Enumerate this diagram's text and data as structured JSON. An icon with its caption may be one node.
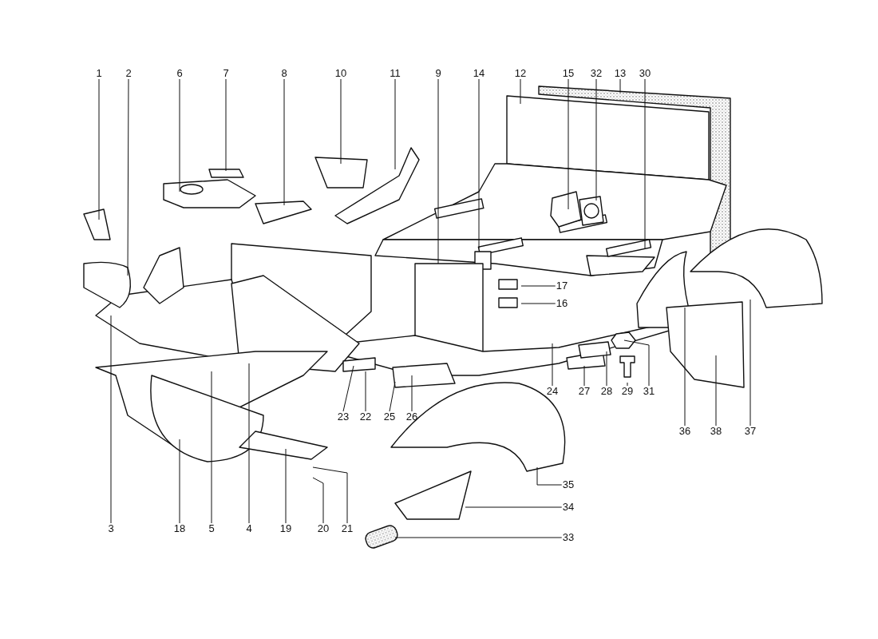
{
  "diagram": {
    "nodes": [
      {
        "text": [
          "1"
        ]
      },
      {
        "text": [
          "2"
        ]
      },
      {
        "text": [
          "6"
        ]
      },
      {
        "text": [
          "7"
        ]
      },
      {
        "text": [
          "8"
        ]
      },
      {
        "text": [
          "10"
        ]
      },
      {
        "text": [
          "11"
        ]
      },
      {
        "text": [
          "9"
        ]
      },
      {
        "text": [
          "14"
        ]
      },
      {
        "text": [
          "12"
        ]
      },
      {
        "text": [
          "15"
        ]
      },
      {
        "text": [
          "32"
        ]
      },
      {
        "text": [
          "13"
        ]
      },
      {
        "text": [
          "30"
        ]
      },
      {
        "text": [
          "17"
        ]
      },
      {
        "text": [
          "16"
        ]
      },
      {
        "text": [
          "24"
        ]
      },
      {
        "text": [
          "27"
        ]
      },
      {
        "text": [
          "28"
        ]
      },
      {
        "text": [
          "29"
        ]
      },
      {
        "text": [
          "31"
        ]
      },
      {
        "text": [
          "23"
        ]
      },
      {
        "text": [
          "22"
        ]
      },
      {
        "text": [
          "25"
        ]
      },
      {
        "text": [
          "26"
        ]
      },
      {
        "text": [
          "36"
        ]
      },
      {
        "text": [
          "38"
        ]
      },
      {
        "text": [
          "37"
        ]
      },
      {
        "text": [
          "35"
        ]
      },
      {
        "text": [
          "34"
        ]
      },
      {
        "text": [
          "3"
        ]
      },
      {
        "text": [
          "18"
        ]
      },
      {
        "text": [
          "5"
        ]
      },
      {
        "text": [
          "4"
        ]
      },
      {
        "text": [
          "19"
        ]
      },
      {
        "text": [
          "20"
        ]
      },
      {
        "text": [
          "21"
        ]
      },
      {
        "text": [
          "33"
        ]
      }
    ],
    "edges": [
      {
        "from": 0,
        "to": null,
        "arrow": "none"
      },
      {
        "from": 1,
        "to": null,
        "arrow": "none"
      },
      {
        "from": 2,
        "to": null,
        "arrow": "none"
      },
      {
        "from": 3,
        "to": null,
        "arrow": "none"
      },
      {
        "from": 4,
        "to": null,
        "arrow": "none"
      },
      {
        "from": 5,
        "to": null,
        "arrow": "none"
      },
      {
        "from": 6,
        "to": null,
        "arrow": "none"
      },
      {
        "from": 7,
        "to": null,
        "arrow": "none"
      },
      {
        "from": 8,
        "to": null,
        "arrow": "none"
      },
      {
        "from": 9,
        "to": null,
        "arrow": "none"
      },
      {
        "from": 10,
        "to": null,
        "arrow": "none"
      },
      {
        "from": 11,
        "to": null,
        "arrow": "none"
      },
      {
        "from": 12,
        "to": null,
        "arrow": "none"
      },
      {
        "from": 13,
        "to": null,
        "arrow": "none"
      },
      {
        "from": 14,
        "to": null,
        "arrow": "none"
      },
      {
        "from": 15,
        "to": null,
        "arrow": "none"
      },
      {
        "from": 16,
        "to": null,
        "arrow": "none"
      },
      {
        "from": 17,
        "to": null,
        "arrow": "none"
      },
      {
        "from": 18,
        "to": null,
        "arrow": "none"
      },
      {
        "from": 19,
        "to": null,
        "arrow": "none"
      },
      {
        "from": 20,
        "to": null,
        "arrow": "none"
      },
      {
        "from": 21,
        "to": null,
        "arrow": "none"
      },
      {
        "from": 22,
        "to": null,
        "arrow": "none"
      },
      {
        "from": 23,
        "to": null,
        "arrow": "none"
      },
      {
        "from": 24,
        "to": null,
        "arrow": "none"
      },
      {
        "from": 25,
        "to": null,
        "arrow": "none"
      },
      {
        "from": 26,
        "to": null,
        "arrow": "none"
      },
      {
        "from": 27,
        "to": null,
        "arrow": "none"
      },
      {
        "from": 28,
        "to": null,
        "arrow": "none"
      },
      {
        "from": 29,
        "to": null,
        "arrow": "none"
      },
      {
        "from": 30,
        "to": null,
        "arrow": "none"
      },
      {
        "from": 31,
        "to": null,
        "arrow": "none"
      },
      {
        "from": 32,
        "to": null,
        "arrow": "none"
      },
      {
        "from": 33,
        "to": null,
        "arrow": "none"
      },
      {
        "from": 34,
        "to": null,
        "arrow": "none"
      },
      {
        "from": 35,
        "to": null,
        "arrow": "none"
      },
      {
        "from": 36,
        "to": null,
        "arrow": "none"
      },
      {
        "from": 37,
        "to": null,
        "arrow": "none"
      }
    ]
  }
}
